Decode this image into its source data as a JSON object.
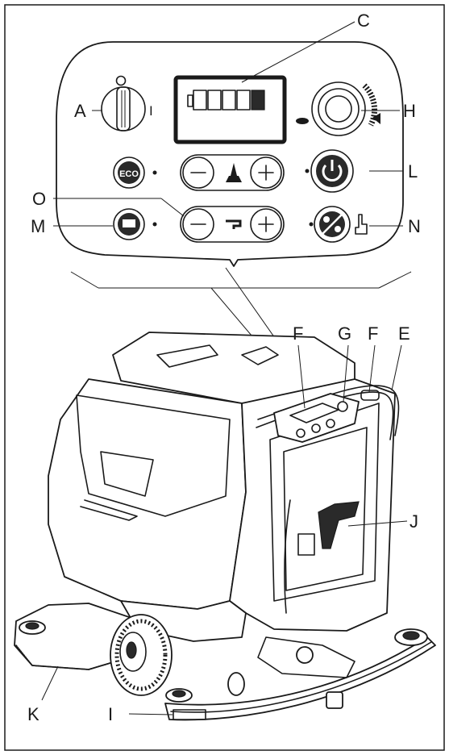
{
  "labels": {
    "A": "A",
    "C": "C",
    "H": "H",
    "L": "L",
    "O": "O",
    "M": "M",
    "N": "N",
    "F1": "F",
    "G": "G",
    "F2": "F",
    "E": "E",
    "J": "J",
    "K": "K",
    "I": "I"
  },
  "panel": {
    "key_mark": "I",
    "eco_label": "ECO"
  },
  "icons": [
    "key-switch-icon",
    "battery-display-icon",
    "speed-knob-icon",
    "eco-button-icon",
    "brush-pressure-minus-icon",
    "brush-pressure-plus-icon",
    "power-button-icon",
    "alarm-button-icon",
    "water-flow-minus-icon",
    "water-flow-plus-icon",
    "vacuum-button-icon",
    "touch-hand-icon"
  ]
}
